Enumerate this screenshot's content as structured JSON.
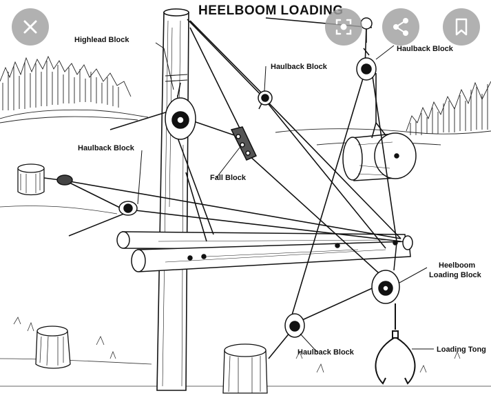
{
  "diagram": {
    "title": "HEELBOOM LOADING",
    "labels": {
      "highlead_block": "Highlead Block",
      "haulback_top_center": "Haulback Block",
      "haulback_top_right": "Haulback Block",
      "haulback_left": "Haulback Block",
      "fall_block": "Fall Block",
      "heelboom_loading_block_line1": "Heelboom",
      "heelboom_loading_block_line2": "Loading Block",
      "haulback_bottom": "Haulback Block",
      "loading_tong": "Loading Tong"
    }
  },
  "toolbar": {
    "close_icon": "close-icon",
    "lens_icon": "lens-icon",
    "share_icon": "share-icon",
    "bookmark_icon": "bookmark-icon"
  }
}
